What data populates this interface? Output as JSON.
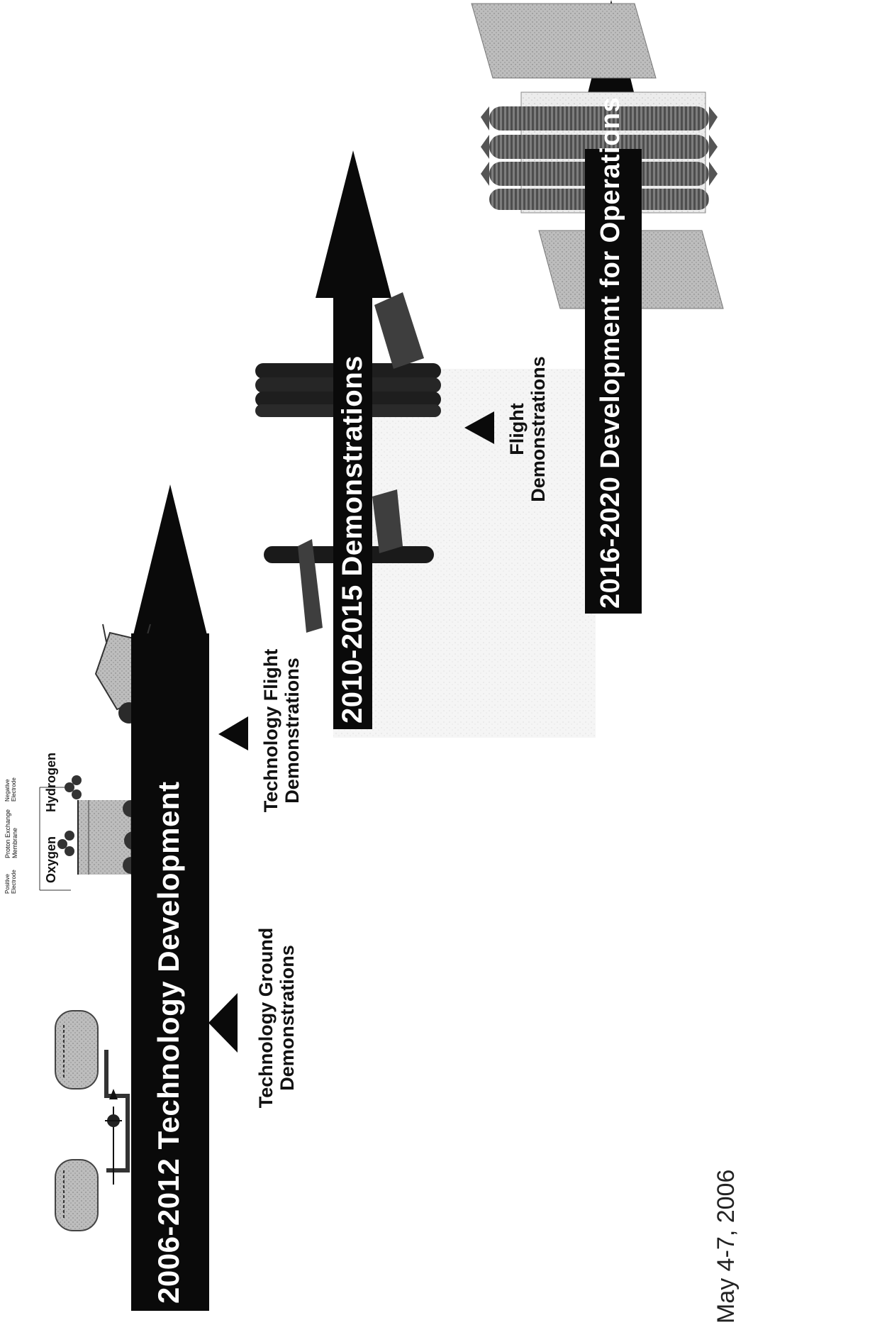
{
  "timeline": {
    "phases": [
      {
        "label": "2006-2012 Technology Development"
      },
      {
        "label": "2010-2015 Demonstrations"
      },
      {
        "label": "2016-2020 Development for  Operations"
      }
    ],
    "milestones": [
      {
        "line1": "Technology Ground",
        "line2": "Demonstrations"
      },
      {
        "line1": "Technology Flight",
        "line2": "Demonstrations"
      },
      {
        "line1": "Flight",
        "line2": "Demonstrations"
      }
    ]
  },
  "diagram": {
    "oxygen": "Oxygen",
    "hydrogen": "Hydrogen",
    "membrane": "Proton Exchange Membrane",
    "positive_electrode": "Positive Electrode",
    "negative_electrode": "Negative Electrode"
  },
  "footer": {
    "date": "May 4-7, 2006"
  },
  "colors": {
    "arrow": "#0a0a0a",
    "panel": "#8a8a8a",
    "module": "#3a3a3a"
  }
}
